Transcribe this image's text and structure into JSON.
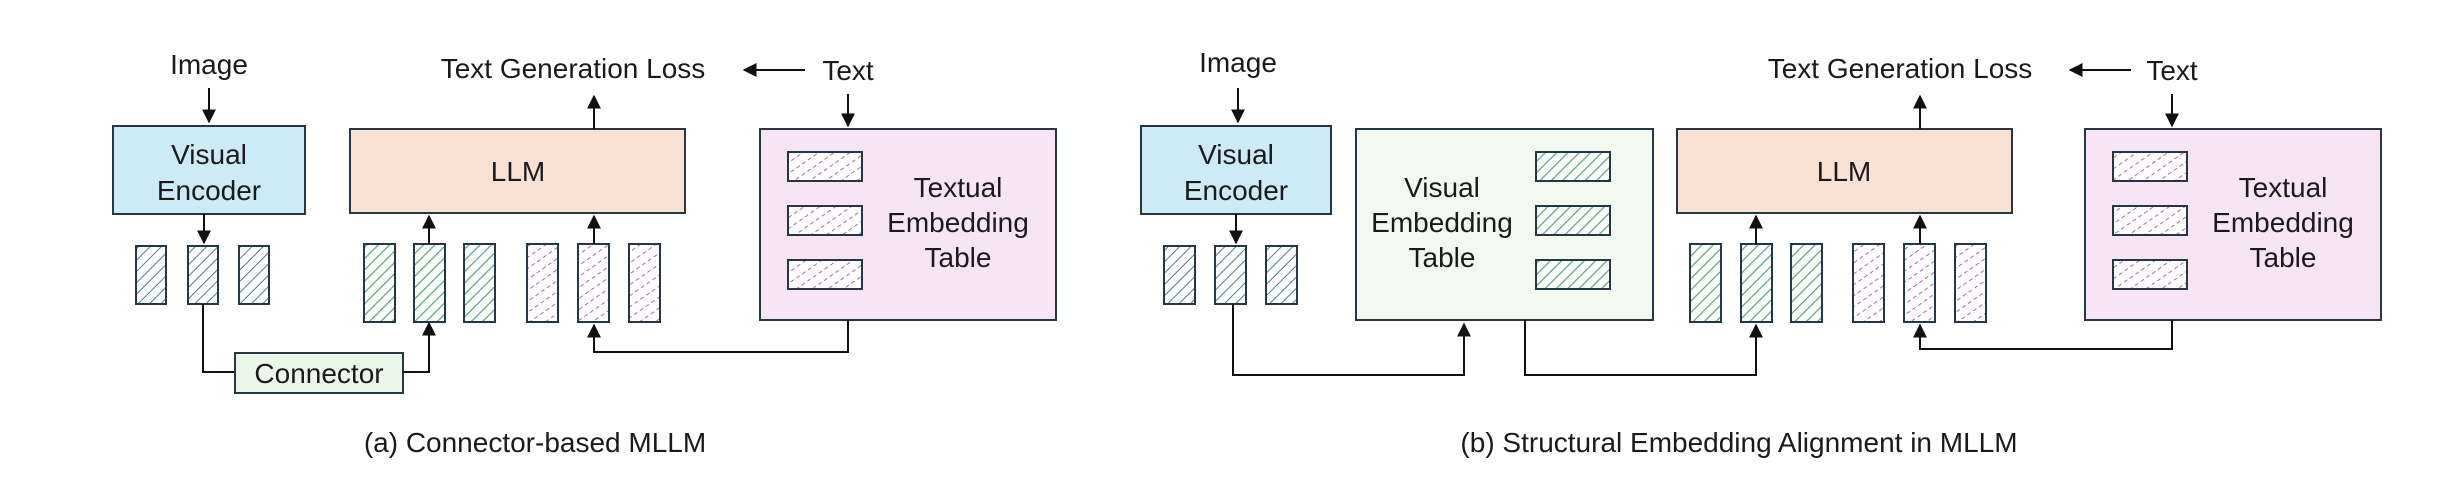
{
  "colors": {
    "visual_encoder": "#cdeaf7",
    "llm": "#f9e1d3",
    "embedding_table": "#f7e5f5",
    "visual_table": "#f3f9ef",
    "connector": "#eaf6e7",
    "token_blue": "#4a7d96",
    "token_green": "#4ea876",
    "token_purple": "#b069a4",
    "border": "#243746"
  },
  "panel_a": {
    "image_label": "Image",
    "visual_encoder": [
      "Visual",
      "Encoder"
    ],
    "llm_label": "LLM",
    "loss_label": "Text Generation Loss",
    "text_label": "Text",
    "embedding_table": [
      "Textual",
      "Embedding",
      "Table"
    ],
    "connector_label": "Connector",
    "caption": "(a) Connector-based MLLM"
  },
  "panel_b": {
    "image_label": "Image",
    "visual_encoder": [
      "Visual",
      "Encoder"
    ],
    "visual_table": [
      "Visual",
      "Embedding",
      "Table"
    ],
    "llm_label": "LLM",
    "loss_label": "Text Generation Loss",
    "text_label": "Text",
    "embedding_table": [
      "Textual",
      "Embedding",
      "Table"
    ],
    "caption": "(b) Structural Embedding Alignment in MLLM"
  }
}
